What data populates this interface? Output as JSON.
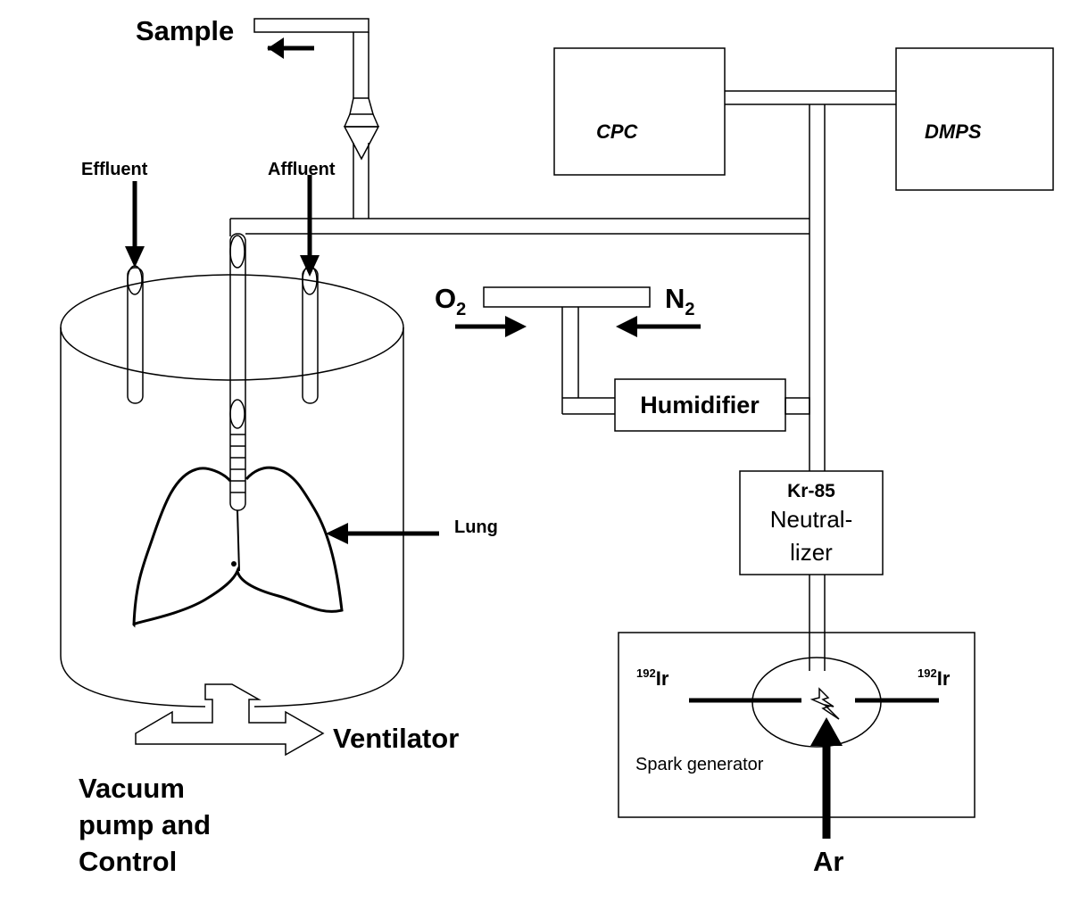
{
  "labels": {
    "sample": "Sample",
    "effluent": "Effluent",
    "affluent": "Affluent",
    "cpc": "CPC",
    "dmps": "DMPS",
    "o2_main": "O",
    "o2_sub": "2",
    "n2_main": "N",
    "n2_sub": "2",
    "humidifier": "Humidifier",
    "kr85": "Kr-85",
    "neutralizer_line1": "Neutral-",
    "neutralizer_line2": "lizer",
    "lung": "Lung",
    "ir_left_sup": "192",
    "ir_left": "Ir",
    "ir_right_sup": "192",
    "ir_right": "Ir",
    "spark_generator": "Spark generator",
    "ar": "Ar",
    "ventilator": "Ventilator",
    "vacuum_line1": "Vacuum",
    "vacuum_line2": "pump and",
    "vacuum_line3": "Control"
  },
  "colors": {
    "stroke": "#000000",
    "background": "#ffffff"
  }
}
